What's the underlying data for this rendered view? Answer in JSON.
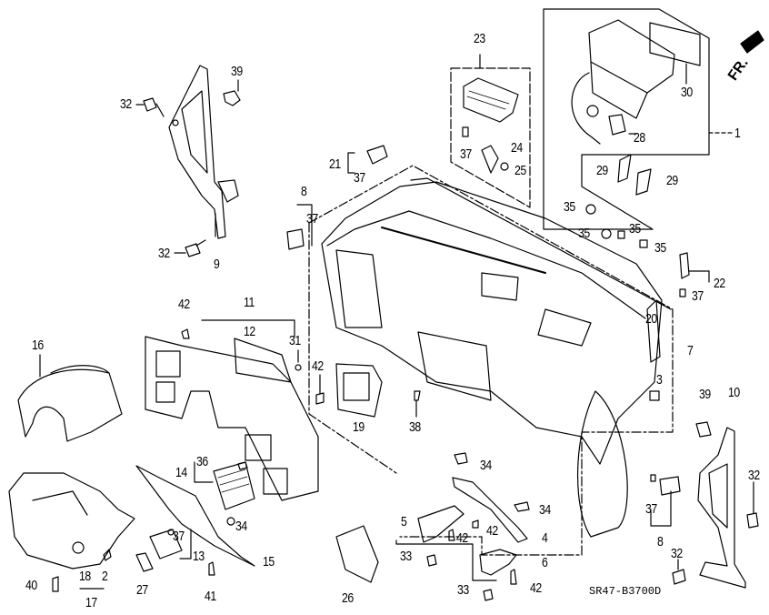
{
  "diagram": {
    "type": "exploded-parts-diagram",
    "subject": "dashboard / instrument panel assembly",
    "diagram_code": "SR47-B3700D",
    "direction_marker": "FR.",
    "colors": {
      "line": "#000000",
      "background": "#ffffff"
    },
    "callouts": [
      {
        "id": "l39a",
        "text": "39"
      },
      {
        "id": "l32a",
        "text": "32"
      },
      {
        "id": "l32b",
        "text": "32"
      },
      {
        "id": "l9",
        "text": "9"
      },
      {
        "id": "l23",
        "text": "23"
      },
      {
        "id": "l37a",
        "text": "37"
      },
      {
        "id": "l24",
        "text": "24"
      },
      {
        "id": "l25",
        "text": "25"
      },
      {
        "id": "l21",
        "text": "21"
      },
      {
        "id": "l37b",
        "text": "37"
      },
      {
        "id": "l8a",
        "text": "8"
      },
      {
        "id": "l37c",
        "text": "37"
      },
      {
        "id": "l30",
        "text": "30"
      },
      {
        "id": "l1",
        "text": "1"
      },
      {
        "id": "l28",
        "text": "28"
      },
      {
        "id": "l29a",
        "text": "29"
      },
      {
        "id": "l29b",
        "text": "29"
      },
      {
        "id": "l35a",
        "text": "35"
      },
      {
        "id": "l35b",
        "text": "35"
      },
      {
        "id": "l35c",
        "text": "35"
      },
      {
        "id": "l35d",
        "text": "35"
      },
      {
        "id": "l22",
        "text": "22"
      },
      {
        "id": "l37d",
        "text": "37"
      },
      {
        "id": "l11",
        "text": "11"
      },
      {
        "id": "l12",
        "text": "12"
      },
      {
        "id": "l42a",
        "text": "42"
      },
      {
        "id": "l31",
        "text": "31"
      },
      {
        "id": "l16",
        "text": "16"
      },
      {
        "id": "l42b",
        "text": "42"
      },
      {
        "id": "l19",
        "text": "19"
      },
      {
        "id": "l38",
        "text": "38"
      },
      {
        "id": "l20",
        "text": "20"
      },
      {
        "id": "l7",
        "text": "7"
      },
      {
        "id": "l3",
        "text": "3"
      },
      {
        "id": "l39b",
        "text": "39"
      },
      {
        "id": "l10",
        "text": "10"
      },
      {
        "id": "l36",
        "text": "36"
      },
      {
        "id": "l14",
        "text": "14"
      },
      {
        "id": "l34a",
        "text": "34"
      },
      {
        "id": "l34b",
        "text": "34"
      },
      {
        "id": "l34c",
        "text": "34"
      },
      {
        "id": "l37e",
        "text": "37"
      },
      {
        "id": "l13",
        "text": "13"
      },
      {
        "id": "l15",
        "text": "15"
      },
      {
        "id": "l5",
        "text": "5"
      },
      {
        "id": "l42c",
        "text": "42"
      },
      {
        "id": "l42d",
        "text": "42"
      },
      {
        "id": "l4",
        "text": "4"
      },
      {
        "id": "l6",
        "text": "6"
      },
      {
        "id": "l42e",
        "text": "42"
      },
      {
        "id": "l33a",
        "text": "33"
      },
      {
        "id": "l33b",
        "text": "33"
      },
      {
        "id": "l37f",
        "text": "37"
      },
      {
        "id": "l8b",
        "text": "8"
      },
      {
        "id": "l32c",
        "text": "32"
      },
      {
        "id": "l32d",
        "text": "32"
      },
      {
        "id": "l40",
        "text": "40"
      },
      {
        "id": "l18",
        "text": "18"
      },
      {
        "id": "l2",
        "text": "2"
      },
      {
        "id": "l17",
        "text": "17"
      },
      {
        "id": "l27",
        "text": "27"
      },
      {
        "id": "l41",
        "text": "41"
      },
      {
        "id": "l26",
        "text": "26"
      }
    ]
  }
}
